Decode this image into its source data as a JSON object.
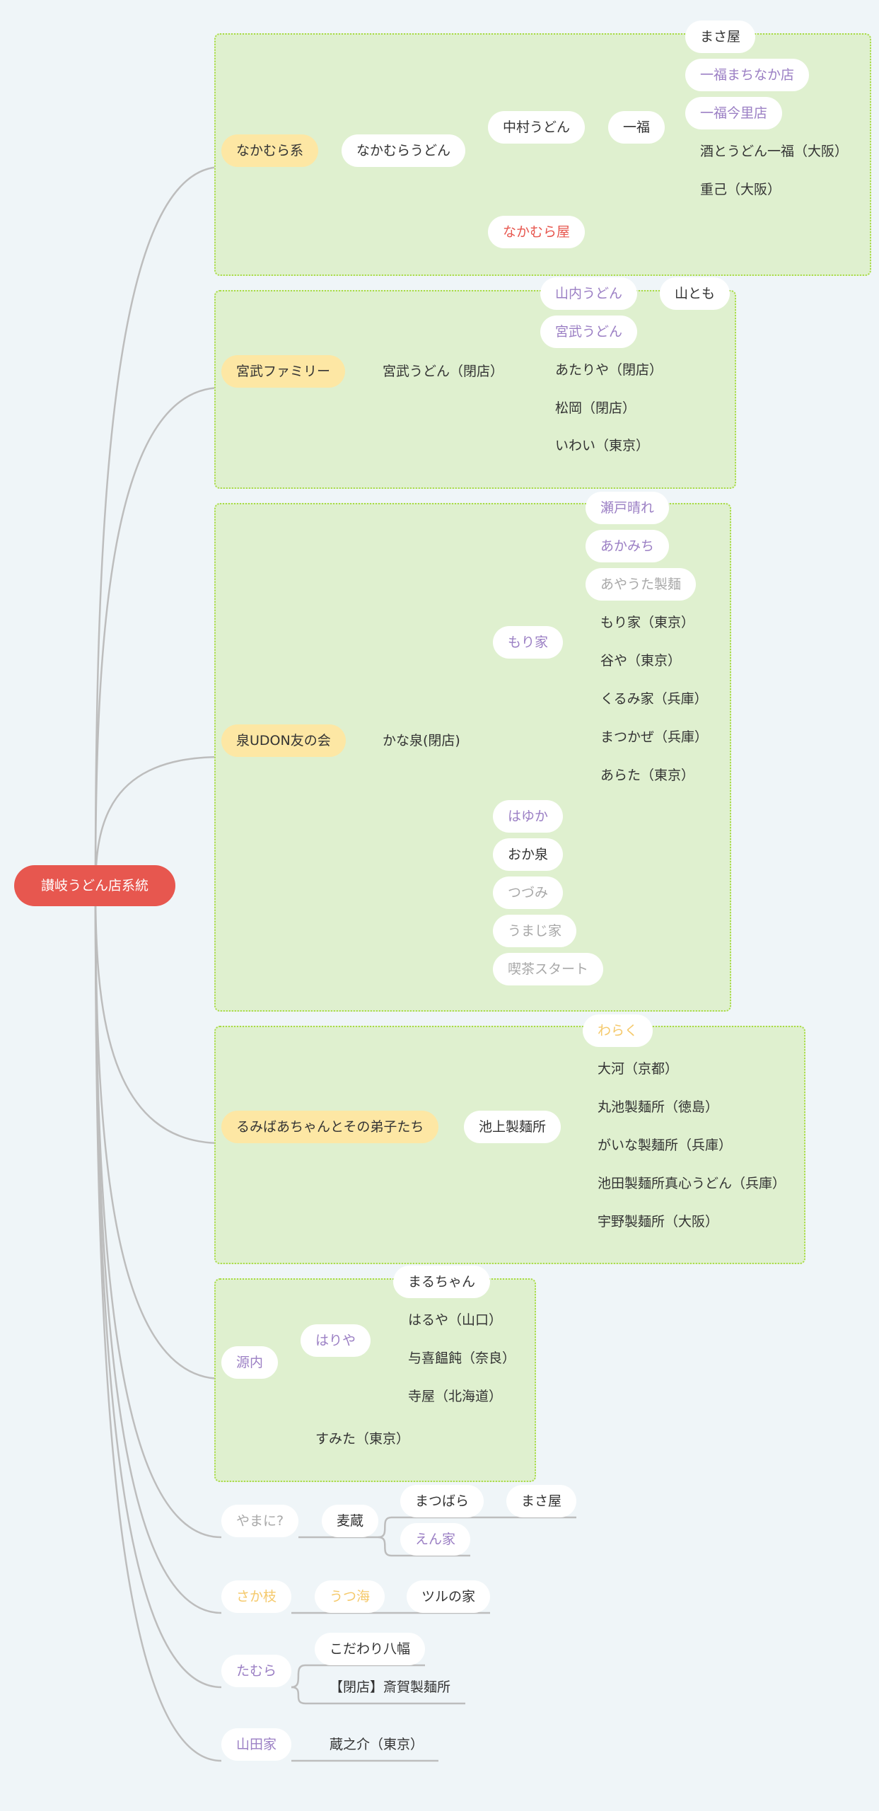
{
  "colors": {
    "background": "#eff5f8",
    "group_fill": "#dff0cf",
    "group_border": "#a8db44",
    "connector": "#bdbdbd",
    "root_fill": "#e7574f",
    "category_fill": "#fde7a4",
    "pill_fill": "#ffffff",
    "text_default": "#333333",
    "text_purple": "#9b7fc4",
    "text_gray": "#a8a8a8",
    "text_red": "#e7574f",
    "text_yellow": "#f5c96b"
  },
  "root": {
    "label": "讃岐うどん店系統"
  },
  "nodes": {
    "nakamura_kei": {
      "label": "なかむら系"
    },
    "nakamura_udon": {
      "label": "なかむらうどん"
    },
    "nakamura_udon2": {
      "label": "中村うどん"
    },
    "ippuku": {
      "label": "一福"
    },
    "masaya_1": {
      "label": "まさ屋"
    },
    "ippuku_machinaka": {
      "label": "一福まちなか店"
    },
    "ippuku_imazato": {
      "label": "一福今里店"
    },
    "sake_udon_ippuku": {
      "label": "酒とうどん一福（大阪）"
    },
    "shigemi": {
      "label": "重己（大阪）"
    },
    "nakamuraya": {
      "label": "なかむら屋"
    },
    "miyatake_family": {
      "label": "宮武ファミリー"
    },
    "miyatake_closed": {
      "label": "宮武うどん（閉店）"
    },
    "yamauchi": {
      "label": "山内うどん"
    },
    "yamatomo": {
      "label": "山とも"
    },
    "miyatake_udon": {
      "label": "宮武うどん"
    },
    "atariya": {
      "label": "あたりや（閉店）"
    },
    "matsuoka": {
      "label": "松岡（閉店）"
    },
    "iwai": {
      "label": "いわい（東京）"
    },
    "izumi_udon": {
      "label": "泉UDON友の会"
    },
    "kanaizumi": {
      "label": "かな泉(閉店)"
    },
    "moriya": {
      "label": "もり家"
    },
    "setobare": {
      "label": "瀬戸晴れ"
    },
    "akamichi": {
      "label": "あかみち"
    },
    "ayauta": {
      "label": "あやうた製麺"
    },
    "moriya_tokyo": {
      "label": "もり家（東京）"
    },
    "taniya": {
      "label": "谷や（東京）"
    },
    "kurumiya": {
      "label": "くるみ家（兵庫）"
    },
    "matsukaze": {
      "label": "まつかぜ（兵庫）"
    },
    "arata": {
      "label": "あらた（東京）"
    },
    "hayuka": {
      "label": "はゆか"
    },
    "okaizumi": {
      "label": "おか泉"
    },
    "tsuzumi": {
      "label": "つづみ"
    },
    "umajiya": {
      "label": "うまじ家"
    },
    "kissa_start": {
      "label": "喫茶スタート"
    },
    "rumiba": {
      "label": "るみばあちゃんとその弟子たち"
    },
    "ikegami": {
      "label": "池上製麺所"
    },
    "waraku": {
      "label": "わらく"
    },
    "taiga": {
      "label": "大河（京都）"
    },
    "maruike": {
      "label": "丸池製麺所（徳島）"
    },
    "gaina": {
      "label": "がいな製麺所（兵庫）"
    },
    "ikeda": {
      "label": "池田製麺所真心うどん（兵庫）"
    },
    "uno": {
      "label": "宇野製麺所（大阪）"
    },
    "gennai": {
      "label": "源内"
    },
    "hariya": {
      "label": "はりや"
    },
    "maruchan": {
      "label": "まるちゃん"
    },
    "haruya": {
      "label": "はるや（山口）"
    },
    "yoki": {
      "label": "与喜饂飩（奈良）"
    },
    "teraya": {
      "label": "寺屋（北海道）"
    },
    "sumita": {
      "label": "すみた（東京）"
    },
    "yamani": {
      "label": "やまに?"
    },
    "mugikura": {
      "label": "麦蔵"
    },
    "matsubara": {
      "label": "まつばら"
    },
    "masaya_2": {
      "label": "まさ屋"
    },
    "enya": {
      "label": "えん家"
    },
    "sakae": {
      "label": "さか枝"
    },
    "utsumi": {
      "label": "うつ海"
    },
    "tsurunoie": {
      "label": "ツルの家"
    },
    "tamura": {
      "label": "たむら"
    },
    "kodawari": {
      "label": "こだわり八幅"
    },
    "saiga": {
      "label": "【閉店】斎賀製麺所"
    },
    "yamadaya": {
      "label": "山田家"
    },
    "kuranosuke": {
      "label": "蔵之介（東京）"
    }
  }
}
